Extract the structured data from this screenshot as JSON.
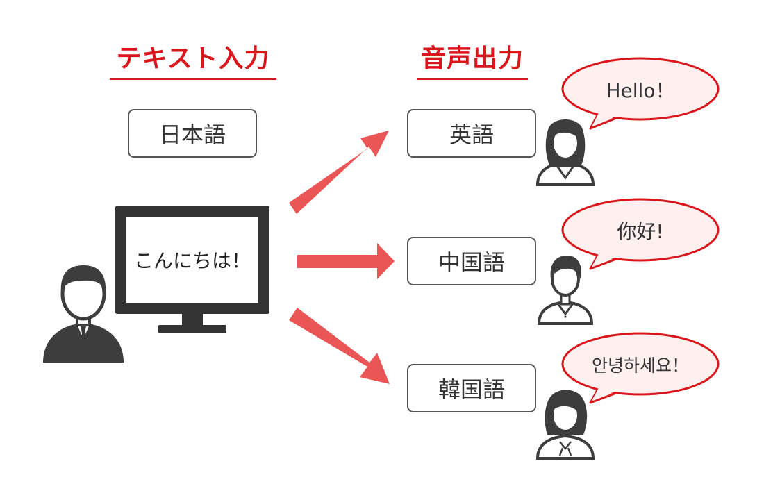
{
  "headings": {
    "input": "テキスト入力",
    "output": "音声出力"
  },
  "source": {
    "language": "日本語",
    "screen_text": "こんにちは！"
  },
  "outputs": [
    {
      "language": "英語",
      "speech": "Hello！"
    },
    {
      "language": "中国語",
      "speech": "你好!"
    },
    {
      "language": "韓国語",
      "speech": "안녕하세요！"
    }
  ],
  "colors": {
    "heading": "#d9161c",
    "arrow": "#ea5556",
    "bubble_border": "#d9161c",
    "bubble_fill": "#fff0f0",
    "person": "#3d3d3d",
    "monitor": "#333333"
  },
  "icons": {
    "user": "businessman-icon",
    "monitor": "monitor-icon",
    "speaker_en": "woman-long-hair-icon",
    "speaker_zh": "man-icon",
    "speaker_ko": "woman-bob-hair-icon"
  }
}
